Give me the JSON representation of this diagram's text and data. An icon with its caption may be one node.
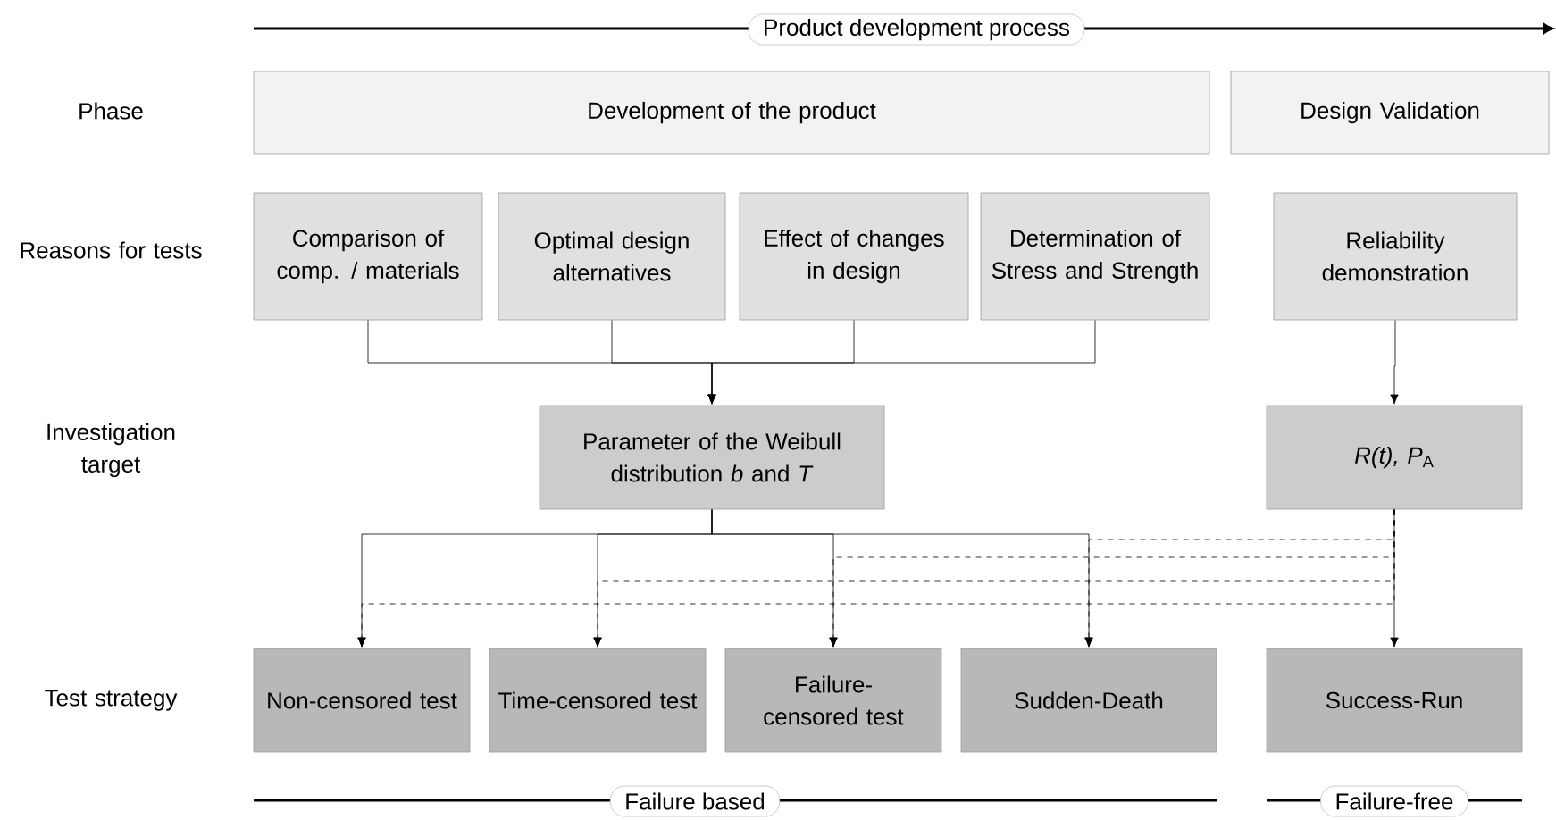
{
  "diagram": {
    "nodes": [
      {
        "text": [
          "Product development process"
        ]
      },
      {
        "text": [
          "Development of the product"
        ]
      },
      {
        "text": [
          "Design Validation"
        ]
      },
      {
        "text": [
          "Comparison of comp. / materials"
        ]
      },
      {
        "text": [
          "Optimal design alternatives"
        ]
      },
      {
        "text": [
          "Effect of changes in design"
        ]
      },
      {
        "text": [
          "Determination of Stress and Strength"
        ]
      },
      {
        "text": [
          "Reliability demonstration"
        ]
      },
      {
        "text": [
          "Parameter of the Weibull distribution *b* and *T*"
        ]
      },
      {
        "text": [
          "*R(t), P*$_{A}$"
        ]
      },
      {
        "text": [
          "Non-censored test"
        ]
      },
      {
        "text": [
          "Time-censored test"
        ]
      },
      {
        "text": [
          "Failure-censored test"
        ]
      },
      {
        "text": [
          "Sudden-Death"
        ]
      },
      {
        "text": [
          "Success-Run"
        ]
      },
      {
        "text": [
          "Failure based"
        ]
      },
      {
        "text": [
          "Failure-free"
        ]
      }
    ],
    "edges": [
      {
        "from": 3,
        "to": 8,
        "arrow": "to"
      },
      {
        "from": 4,
        "to": 8,
        "arrow": "to"
      },
      {
        "from": 5,
        "to": 8,
        "arrow": "to"
      },
      {
        "from": 6,
        "to": 8,
        "arrow": "to"
      },
      {
        "from": 7,
        "to": 9,
        "arrow": "to"
      },
      {
        "from": 8,
        "to": 10,
        "arrow": "to"
      },
      {
        "from": 8,
        "to": 11,
        "arrow": "to"
      },
      {
        "from": 8,
        "to": 12,
        "arrow": "to"
      },
      {
        "from": 8,
        "to": 13,
        "arrow": "to"
      },
      {
        "from": 9,
        "to": 14,
        "arrow": "to"
      },
      {
        "from": 9,
        "to": 13,
        "arrow": "to",
        "style": "dashed"
      },
      {
        "from": 9,
        "to": 12,
        "arrow": "to",
        "style": "dashed"
      },
      {
        "from": 9,
        "to": 11,
        "arrow": "to",
        "style": "dashed"
      },
      {
        "from": 9,
        "to": 10,
        "arrow": "to",
        "style": "dashed"
      }
    ],
    "labels": [
      "Phase",
      "Reasons for tests",
      "Investigation target",
      "Test strategy"
    ]
  }
}
